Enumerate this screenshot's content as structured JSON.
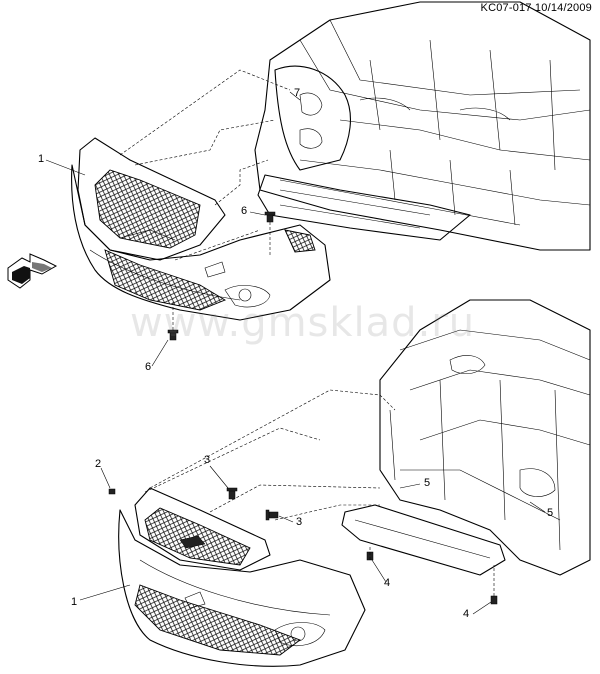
{
  "header": {
    "code": "KC07-017 10/14/2009"
  },
  "watermark": "www.gmsklad.ru",
  "callouts": [
    {
      "id": "c1a",
      "text": "1"
    },
    {
      "id": "c7",
      "text": "7"
    },
    {
      "id": "c6a",
      "text": "6"
    },
    {
      "id": "c6b",
      "text": "6"
    },
    {
      "id": "c2",
      "text": "2"
    },
    {
      "id": "c3a",
      "text": "3"
    },
    {
      "id": "c3b",
      "text": "3"
    },
    {
      "id": "c5a",
      "text": "5"
    },
    {
      "id": "c5b",
      "text": "5"
    },
    {
      "id": "c4a",
      "text": "4"
    },
    {
      "id": "c4b",
      "text": "4"
    },
    {
      "id": "c1b",
      "text": "1"
    }
  ],
  "icons": {
    "orientation": "front-arrow-icon"
  }
}
